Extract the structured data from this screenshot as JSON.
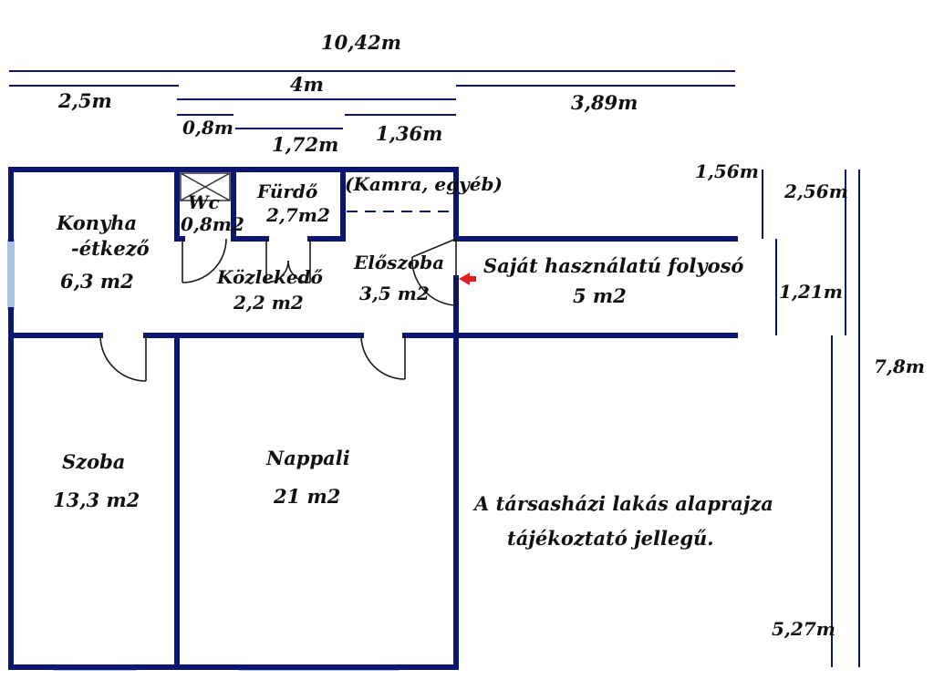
{
  "colors": {
    "wall": "#0c1573",
    "dimension_line": "#0c1573",
    "window": "#a9c3e6",
    "door": "#1a1a1a",
    "arrow": "#e02020",
    "text": "#111111"
  },
  "dimensions": {
    "total_width": "10,42m",
    "left_width": "2,5m",
    "middle_width": "4m",
    "right_width": "3,89m",
    "wc_width": "0,8m",
    "bath_width": "1,72m",
    "pantry_width": "1,36m",
    "corridor_top_offset": "1,56m",
    "right_upper_height": "2,56m",
    "corridor_height": "1,21m",
    "total_height": "7,8m",
    "lower_height": "5,27m"
  },
  "rooms": {
    "kitchen_name_1": "Konyha",
    "kitchen_name_2": "-étkező",
    "kitchen_area": "6,3 m2",
    "wc_name": "Wc",
    "wc_area": "0,8m2",
    "bath_name": "Fürdő",
    "bath_area": "2,7m2",
    "pantry_name": "(Kamra, egyéb)",
    "hall_name": "Közlekedő",
    "hall_area": "2,2 m2",
    "entry_name": "Előszoba",
    "entry_area": "3,5 m2",
    "corridor_name": "Saját használatú folyosó",
    "corridor_area": "5 m2",
    "bedroom_name": "Szoba",
    "bedroom_area": "13,3 m2",
    "living_name": "Nappali",
    "living_area": "21 m2"
  },
  "note": {
    "line1": "A társasházi lakás alaprajza",
    "line2": "tájékoztató jellegű."
  }
}
